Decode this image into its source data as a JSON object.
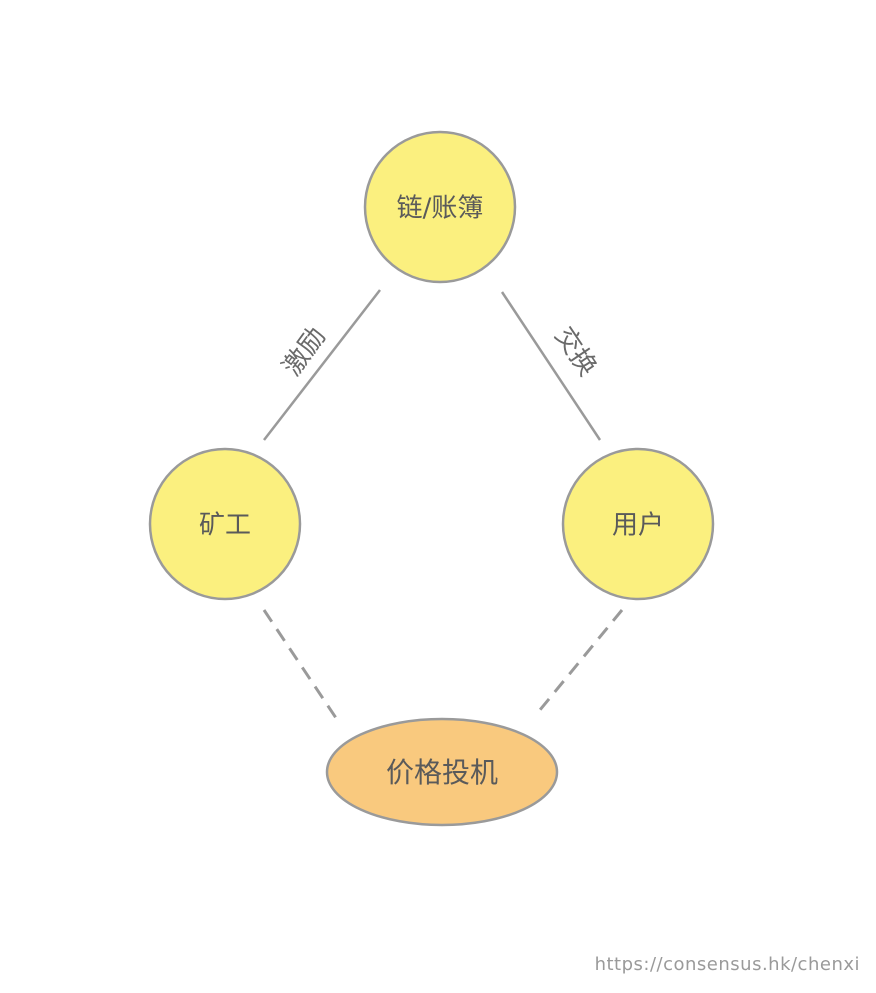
{
  "diagram": {
    "nodes": {
      "chain": {
        "label": "链/账簿",
        "fill": "#fbf07f",
        "stroke": "#9a9a9a"
      },
      "miner": {
        "label": "矿工",
        "fill": "#fbf07f",
        "stroke": "#9a9a9a"
      },
      "user": {
        "label": "用户",
        "fill": "#fbf07f",
        "stroke": "#9a9a9a"
      },
      "speculator": {
        "label": "价格投机",
        "fill": "#f9c97e",
        "stroke": "#9a9a9a"
      }
    },
    "edges": {
      "chain_miner": {
        "label": "激励",
        "style": "solid"
      },
      "chain_user": {
        "label": "交换",
        "style": "solid"
      },
      "miner_speculator": {
        "label": "",
        "style": "dashed"
      },
      "user_speculator": {
        "label": "",
        "style": "dashed"
      }
    },
    "line_color": "#9a9a9a"
  },
  "footer": {
    "source_url": "https://consensus.hk/chenxi"
  }
}
